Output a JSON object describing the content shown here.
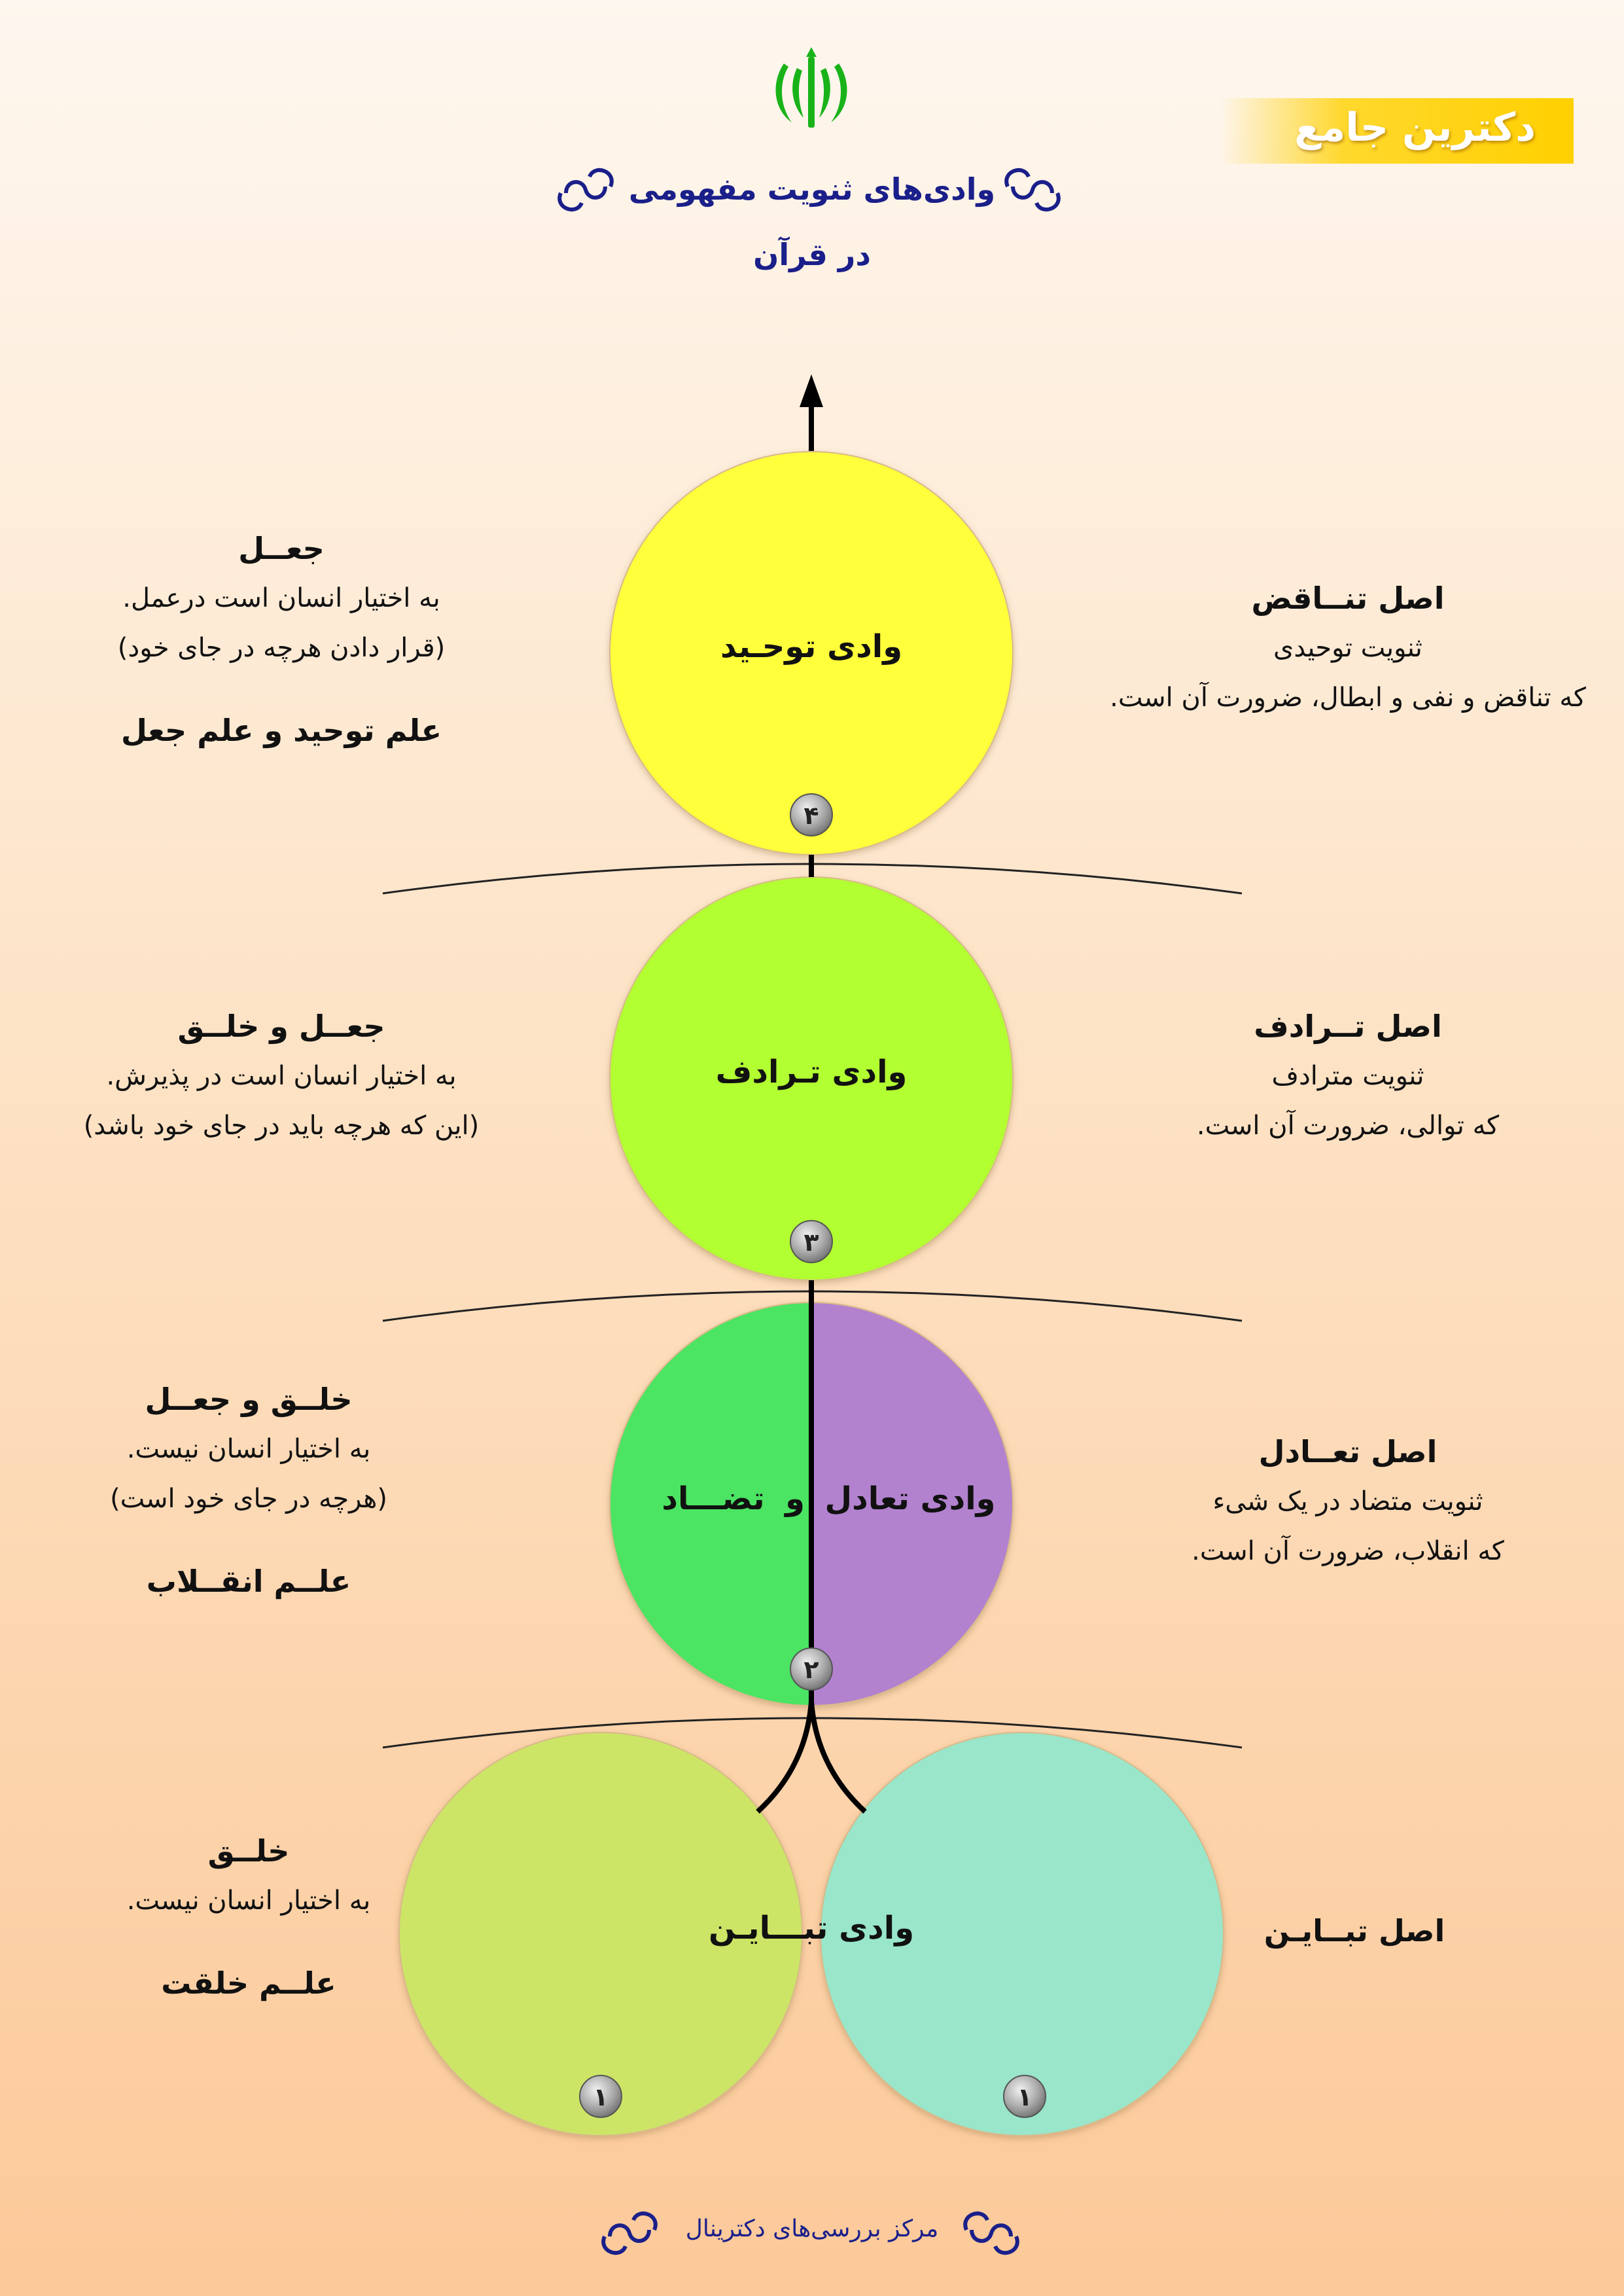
{
  "brand": {
    "label": "دکترین جامع"
  },
  "header": {
    "title_line1": "وادی‌های ثنویت مفهومی",
    "title_line2": "در قرآن"
  },
  "colors": {
    "navy": "#1a1f8a",
    "emblem": "#19b319",
    "circle_towhid": "#ffff3b",
    "circle_taraduf": "#b2ff33",
    "circle_tazad": "#4be463",
    "circle_tadol": "#b282cf",
    "circle_tabayon_left": "#cce566",
    "circle_tabayon_right": "#99e6ca"
  },
  "circles": {
    "towhid": {
      "label": "وادی توحـید",
      "badge": "۴"
    },
    "taraduf": {
      "label": "وادی تـرادف",
      "badge": "۳"
    },
    "tadol": {
      "label": "وادی تعادل",
      "joiner": "و",
      "label_tazad": "تضـــاد",
      "badge": "۲"
    },
    "tabayon": {
      "label": "وادی تبـــایـن",
      "badge_left": "۱",
      "badge_right": "۱"
    }
  },
  "left_texts": {
    "level4": {
      "head": "جعــل",
      "lines": [
        "به اختیار انسان است درعمل.",
        "(قرار دادن هرچه در جای خود)"
      ],
      "tail": "علم توحید و علم جعل"
    },
    "level3": {
      "head": "جعــل و خلــق",
      "lines": [
        "به اختیار انسان است در پذیرش.",
        "(این که هرچه باید در جای خود باشد)"
      ]
    },
    "level2": {
      "head": "خلــق و جعــل",
      "lines": [
        "به اختیار انسان نیست.",
        "(هرچه در جای خود است)"
      ],
      "tail": "علــم انقــلاب"
    },
    "level1": {
      "head": "خلــق",
      "lines": [
        "به اختیار انسان نیست."
      ],
      "tail": "علــم خلقت"
    }
  },
  "right_texts": {
    "level4": {
      "head": "اصل تنــاقض",
      "lines": [
        "ثنویت توحیدی",
        "که تناقض و نفی و ابطال، ضرورت آن است."
      ]
    },
    "level3": {
      "head": "اصل تــرادف",
      "lines": [
        "ثنویت مترادف",
        "که توالی، ضرورت آن است."
      ]
    },
    "level2": {
      "head": "اصل تعــادل",
      "lines": [
        "ثنویت متضاد در یک شیء",
        "که انقلاب، ضرورت آن است."
      ]
    },
    "level1": {
      "head": "اصل تبــایـن",
      "lines": []
    }
  },
  "footer": {
    "label": "مرکز بررسی‌های دکترینال"
  }
}
